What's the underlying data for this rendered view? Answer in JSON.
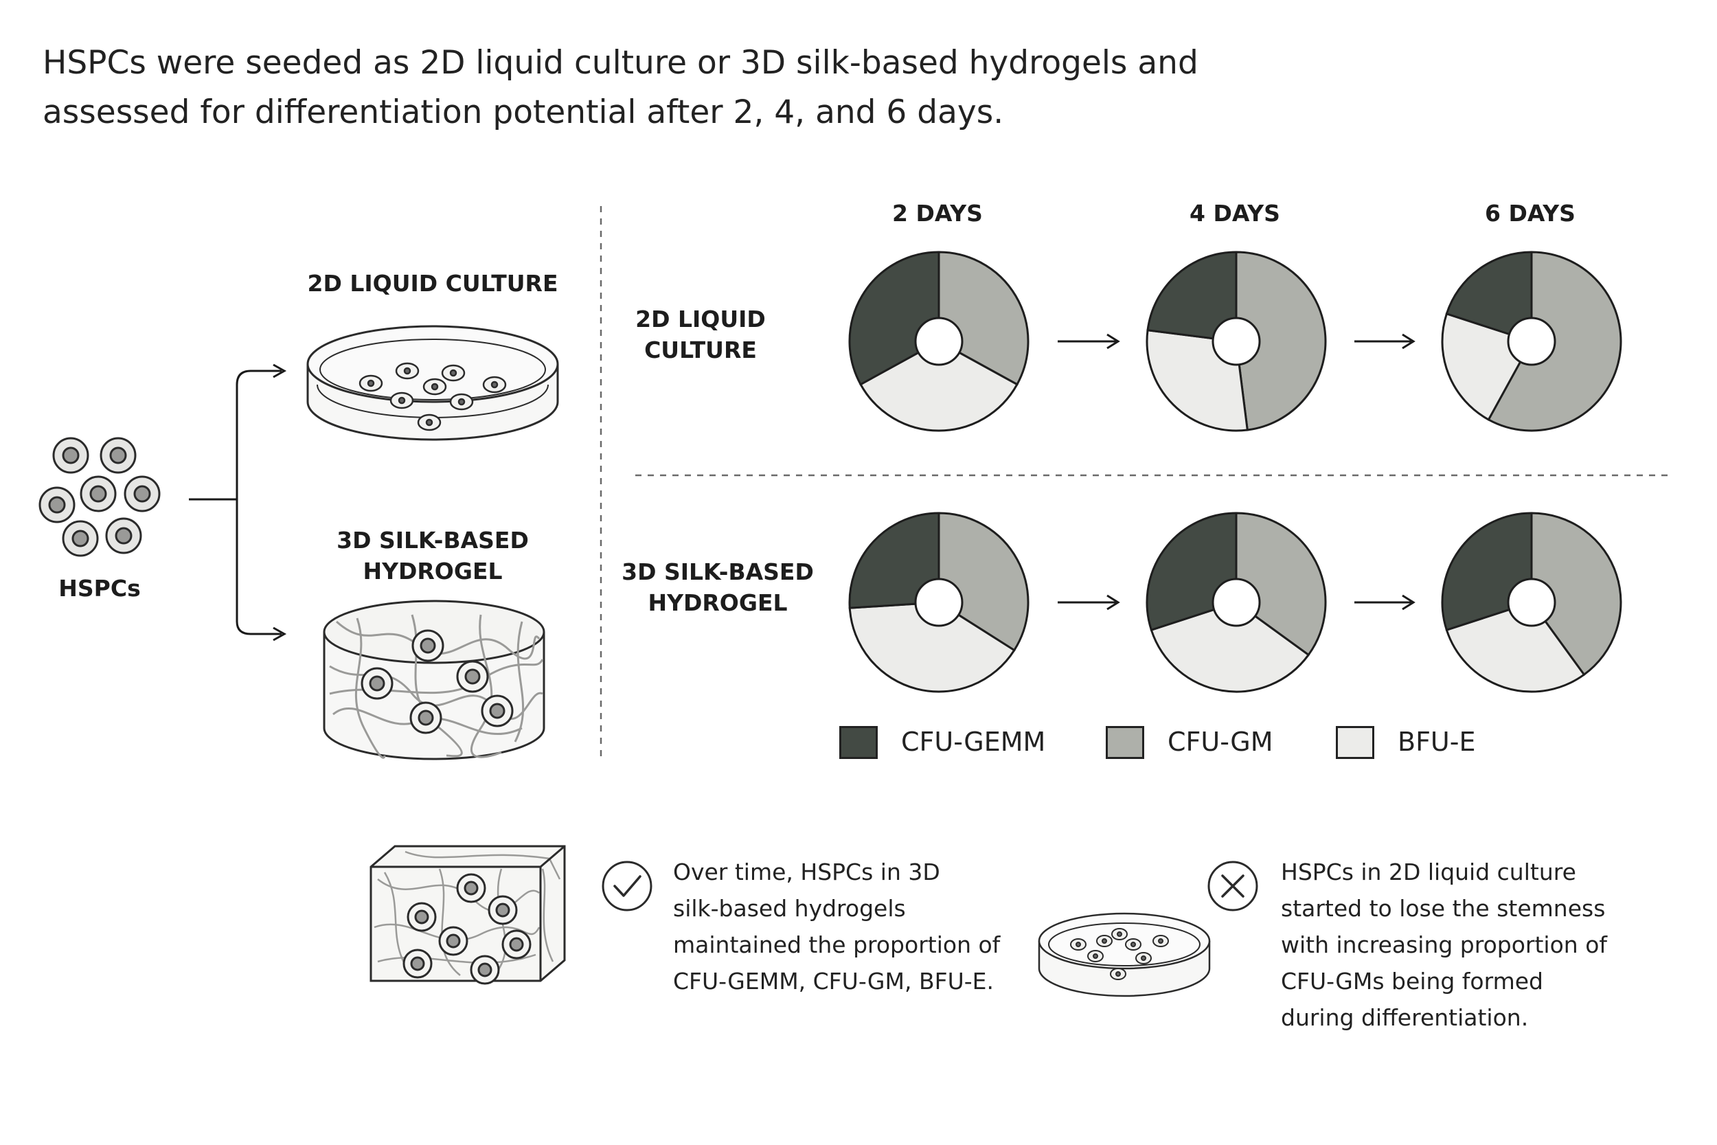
{
  "headline": "HSPCs were seeded as 2D liquid culture or 3D silk-based hydrogels and assessed for differentiation potential after 2, 4, and 6 days.",
  "left_panel": {
    "source_label": "HSPCs",
    "branch_2d_label": "2D LIQUID CULTURE",
    "branch_3d_label": "3D SILK-BASED HYDROGEL"
  },
  "chart_data": {
    "type": "pie",
    "columns": [
      "2 DAYS",
      "4 DAYS",
      "6 DAYS"
    ],
    "rows": [
      {
        "label": "2D LIQUID CULTURE",
        "charts": [
          {
            "CFU-GEMM": 0.33,
            "CFU-GM": 0.33,
            "BFU-E": 0.34
          },
          {
            "CFU-GEMM": 0.23,
            "CFU-GM": 0.48,
            "BFU-E": 0.29
          },
          {
            "CFU-GEMM": 0.2,
            "CFU-GM": 0.58,
            "BFU-E": 0.22
          }
        ]
      },
      {
        "label": "3D SILK-BASED HYDROGEL",
        "charts": [
          {
            "CFU-GEMM": 0.26,
            "CFU-GM": 0.34,
            "BFU-E": 0.4
          },
          {
            "CFU-GEMM": 0.3,
            "CFU-GM": 0.35,
            "BFU-E": 0.35
          },
          {
            "CFU-GEMM": 0.3,
            "CFU-GM": 0.4,
            "BFU-E": 0.3
          }
        ]
      }
    ],
    "legend": [
      {
        "name": "CFU-GEMM",
        "color": "#434a44"
      },
      {
        "name": "CFU-GM",
        "color": "#aeb0aa"
      },
      {
        "name": "BFU-E",
        "color": "#ececea"
      }
    ]
  },
  "conclusions": {
    "positive": {
      "icon": "check-icon",
      "text_lines": [
        "Over time, HSPCs in 3D",
        "silk-based hydrogels",
        "maintained the proportion of",
        "CFU-GEMM, CFU-GM, BFU-E."
      ]
    },
    "negative": {
      "icon": "cross-icon",
      "text_lines": [
        "HSPCs in 2D liquid culture",
        "started to lose the stemness",
        "with increasing proportion of",
        "CFU-GMs being formed",
        "during differentiation."
      ]
    }
  }
}
